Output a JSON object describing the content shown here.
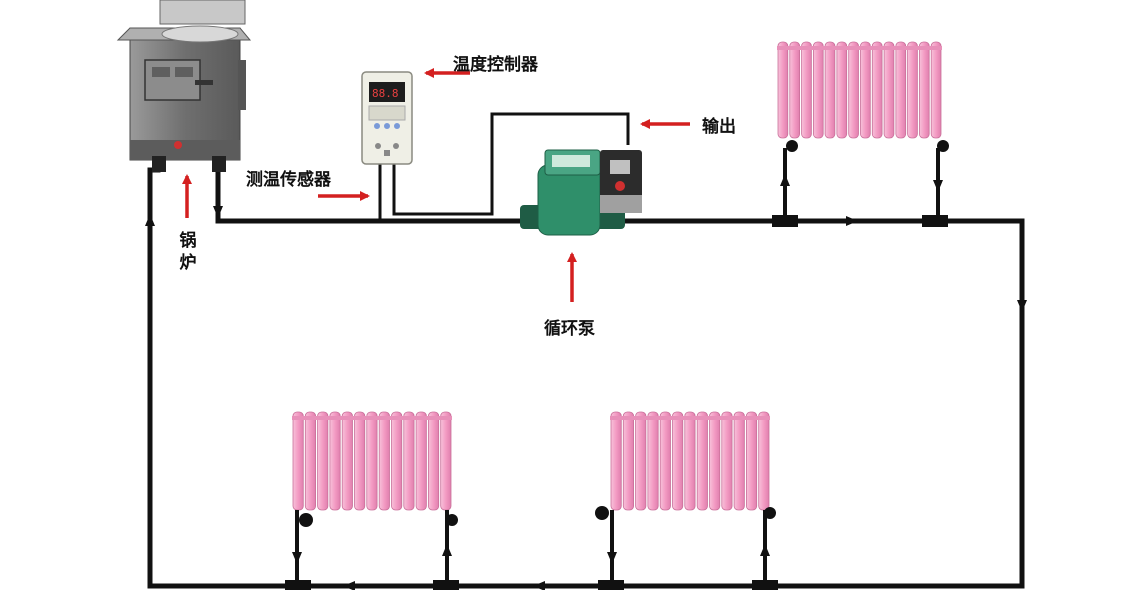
{
  "labels": {
    "controller": "温度控制器",
    "output": "输出",
    "sensor": "测温传感器",
    "boiler_char1": "锅",
    "boiler_char2": "炉",
    "pump": "循环泵"
  },
  "colors": {
    "pipe": "#111111",
    "arrow": "#d42020",
    "radiator": "#f2a6c8",
    "radiator_edge": "#c9709a",
    "boiler": "#7d7d7d",
    "pump": "#2f8f6a",
    "controller": "#efefe6"
  },
  "icons": {
    "boiler": "boiler-icon",
    "controller": "thermostat-controller-icon",
    "pump": "circulation-pump-icon",
    "radiator": "radiator-icon",
    "valve": "valve-icon"
  }
}
